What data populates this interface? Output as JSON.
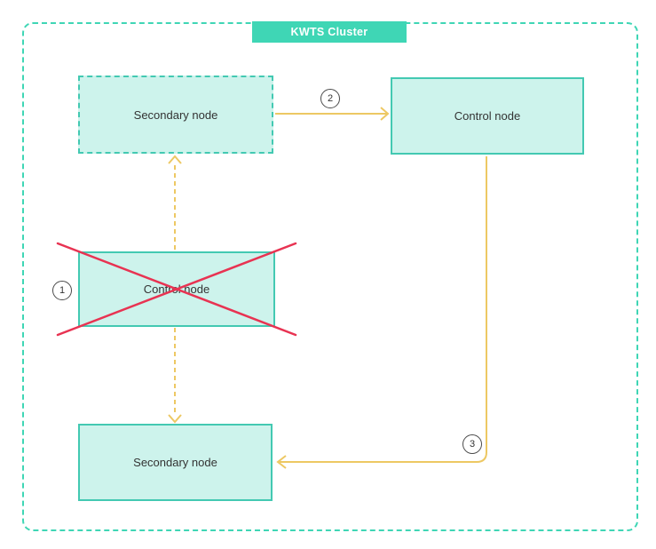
{
  "diagram": {
    "title": "KWTS Cluster",
    "nodes": {
      "secondary_top": {
        "label": "Secondary node",
        "border": "dashed",
        "crossed_out": false
      },
      "control_active": {
        "label": "Control node",
        "border": "solid",
        "crossed_out": false
      },
      "control_failed": {
        "label": "Control node",
        "border": "solid",
        "crossed_out": true
      },
      "secondary_bottom": {
        "label": "Secondary node",
        "border": "solid",
        "crossed_out": false
      }
    },
    "steps": [
      "1",
      "2",
      "3"
    ],
    "colors": {
      "teal": "#3fd6b5",
      "teal_light": "#cdf3ec",
      "teal_border": "#43c9b2",
      "yellow": "#edc863",
      "red": "#e83352",
      "ink": "#333333",
      "circle_border": "#4a4a4a"
    }
  }
}
